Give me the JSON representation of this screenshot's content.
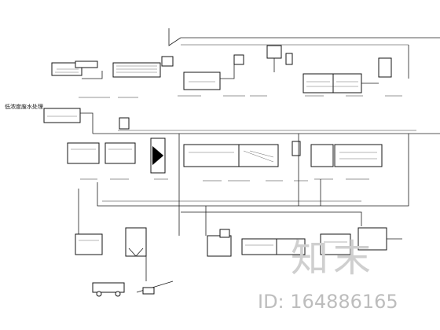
{
  "diagram": {
    "section_label": "低浓度废水处理",
    "watermark_logo": "知末",
    "watermark_id": "ID: 164886165"
  },
  "colors": {
    "line": "#1f1f1f",
    "watermark": "#cfcfcf"
  }
}
